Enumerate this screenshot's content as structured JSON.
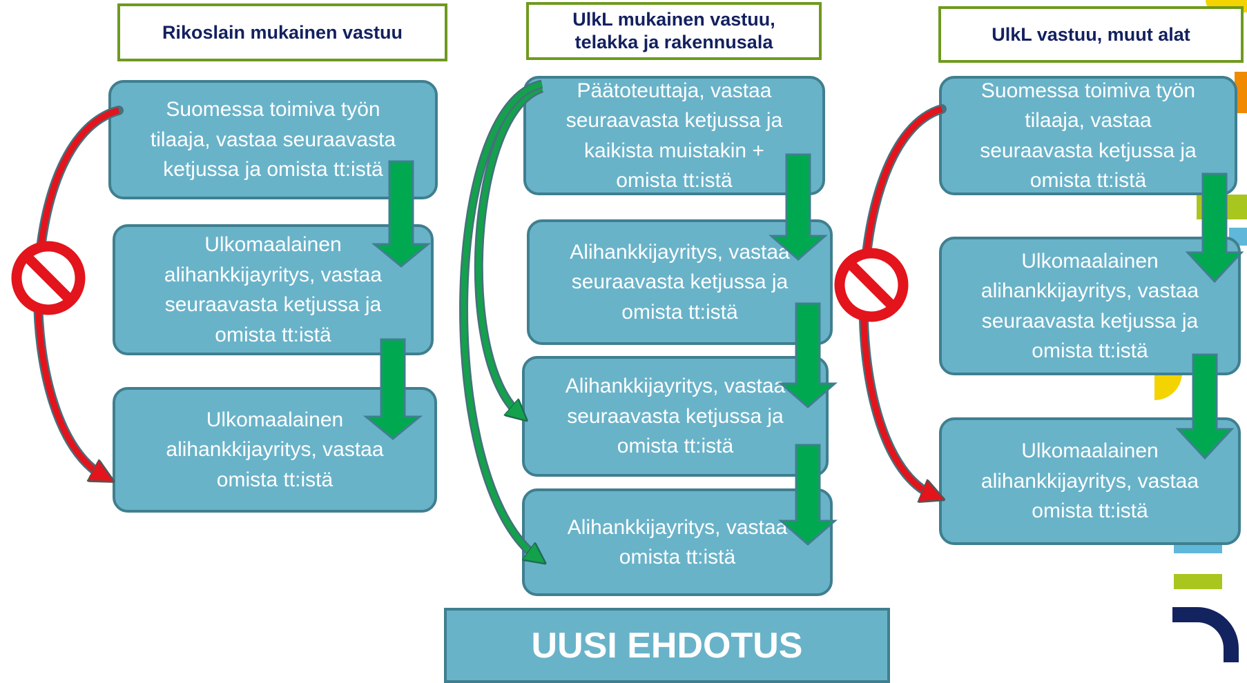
{
  "columns": [
    {
      "header": "Rikoslain mukainen vastuu",
      "boxes": [
        "Suomessa toimiva työn\ntilaaja, vastaa seuraavasta\nketjussa ja omista tt:istä",
        "Ulkomaalainen\nalihankkijayritys, vastaa\nseuraavasta ketjussa ja\nomista tt:istä",
        "Ulkomaalainen\nalihankkijayritys, vastaa\nomista tt:istä"
      ]
    },
    {
      "header": "UlkL mukainen vastuu,\ntelakka ja rakennusala",
      "boxes": [
        "Päätoteuttaja, vastaa\nseuraavasta ketjussa ja\nkaikista muistakin +\nomista tt:istä",
        "Alihankkijayritys, vastaa\nseuraavasta ketjussa ja\nomista tt:istä",
        "Alihankkijayritys, vastaa\nseuraavasta ketjussa ja\nomista tt:istä",
        "Alihankkijayritys, vastaa\nomista tt:istä"
      ]
    },
    {
      "header": "UlkL vastuu, muut alat",
      "boxes": [
        "Suomessa toimiva työn\ntilaaja, vastaa\nseuraavasta ketjussa ja\nomista tt:istä",
        "Ulkomaalainen\nalihankkijayritys, vastaa\nseuraavasta ketjussa ja\nomista tt:istä",
        "Ulkomaalainen\nalihankkijayritys, vastaa\nomista tt:istä"
      ]
    }
  ],
  "footer_label": "UUSI EHDOTUS",
  "colors": {
    "box_fill": "#69b3c9",
    "box_border": "#3f7f8f",
    "header_border": "#6e9a1e",
    "header_text": "#13205f",
    "down_arrow": "#00a94f",
    "curved_red": "#e3141c",
    "curved_green": "#14a14c",
    "prohibition": "#e3141c"
  },
  "icons": [
    "prohibition-icon",
    "green-down-arrow",
    "red-curved-arrow",
    "green-curved-arrow"
  ]
}
